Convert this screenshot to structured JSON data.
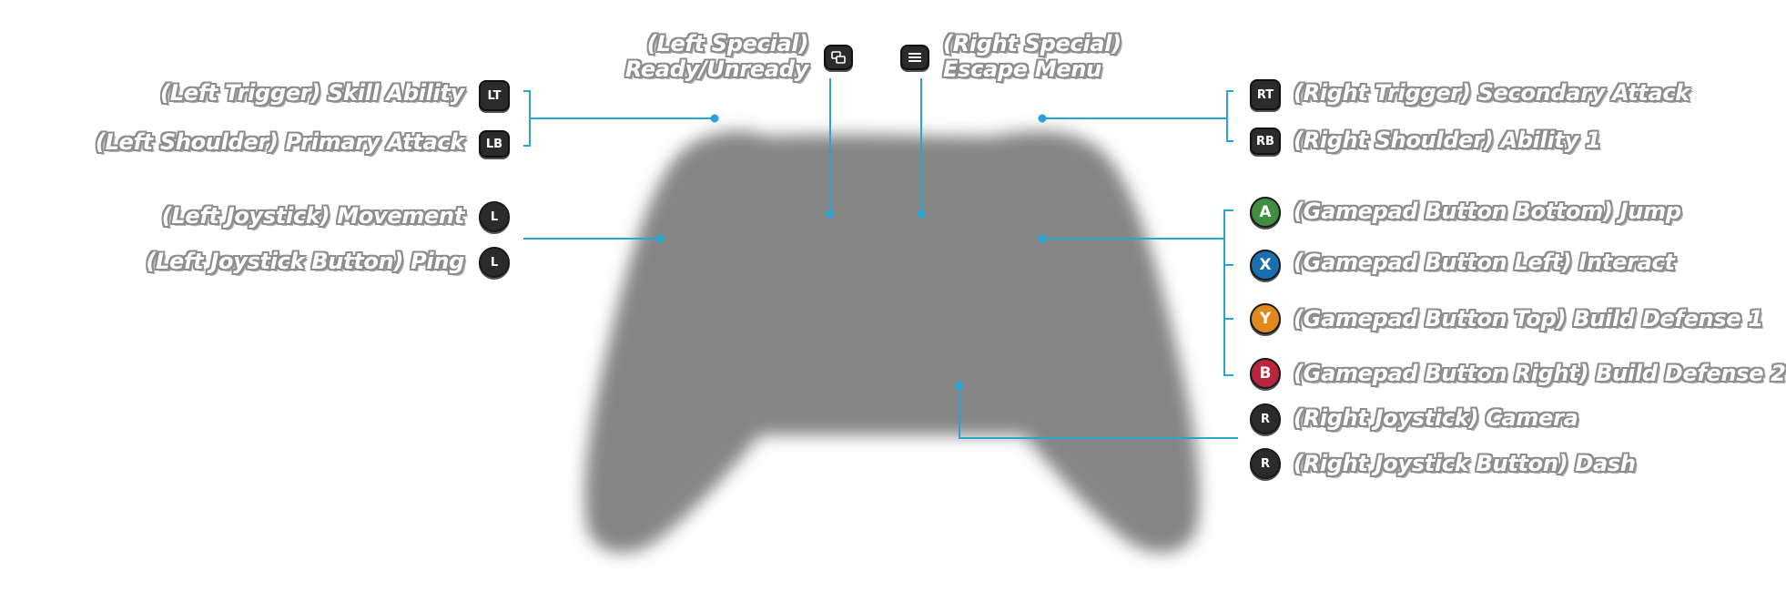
{
  "colors": {
    "leader_line": "#2aa4d5",
    "controller_body": "#858585",
    "a_button": "#3f8f3f",
    "x_button": "#1a6fb0",
    "y_button": "#e08a1e",
    "b_button": "#b8253c",
    "dark_button": "#2b2b2b"
  },
  "bindings": {
    "left_trigger": {
      "label": "(Left Trigger) Skill Ability",
      "icon": "LT"
    },
    "left_shoulder": {
      "label": "(Left Shoulder) Primary Attack",
      "icon": "LB"
    },
    "left_joystick": {
      "label": "(Left Joystick) Movement",
      "icon": "L"
    },
    "left_joystick_button": {
      "label": "(Left Joystick Button) Ping",
      "icon": "L"
    },
    "left_special": {
      "label_line1": "(Left Special)",
      "label_line2": "Ready/Unready",
      "icon": "view-icon"
    },
    "right_special": {
      "label_line1": "(Right Special)",
      "label_line2": "Escape Menu",
      "icon": "menu-icon"
    },
    "right_trigger": {
      "label": "(Right Trigger) Secondary Attack",
      "icon": "RT"
    },
    "right_shoulder": {
      "label": "(Right Shoulder) Ability 1",
      "icon": "RB"
    },
    "button_bottom": {
      "label": "(Gamepad Button Bottom) Jump",
      "icon": "A"
    },
    "button_left": {
      "label": "(Gamepad Button Left) Interact",
      "icon": "X"
    },
    "button_top": {
      "label": "(Gamepad Button Top) Build Defense 1",
      "icon": "Y"
    },
    "button_right": {
      "label": "(Gamepad Button Right) Build Defense 2",
      "icon": "B"
    },
    "right_joystick": {
      "label": "(Right Joystick) Camera",
      "icon": "R"
    },
    "right_joystick_button": {
      "label": "(Right Joystick Button) Dash",
      "icon": "R"
    }
  }
}
